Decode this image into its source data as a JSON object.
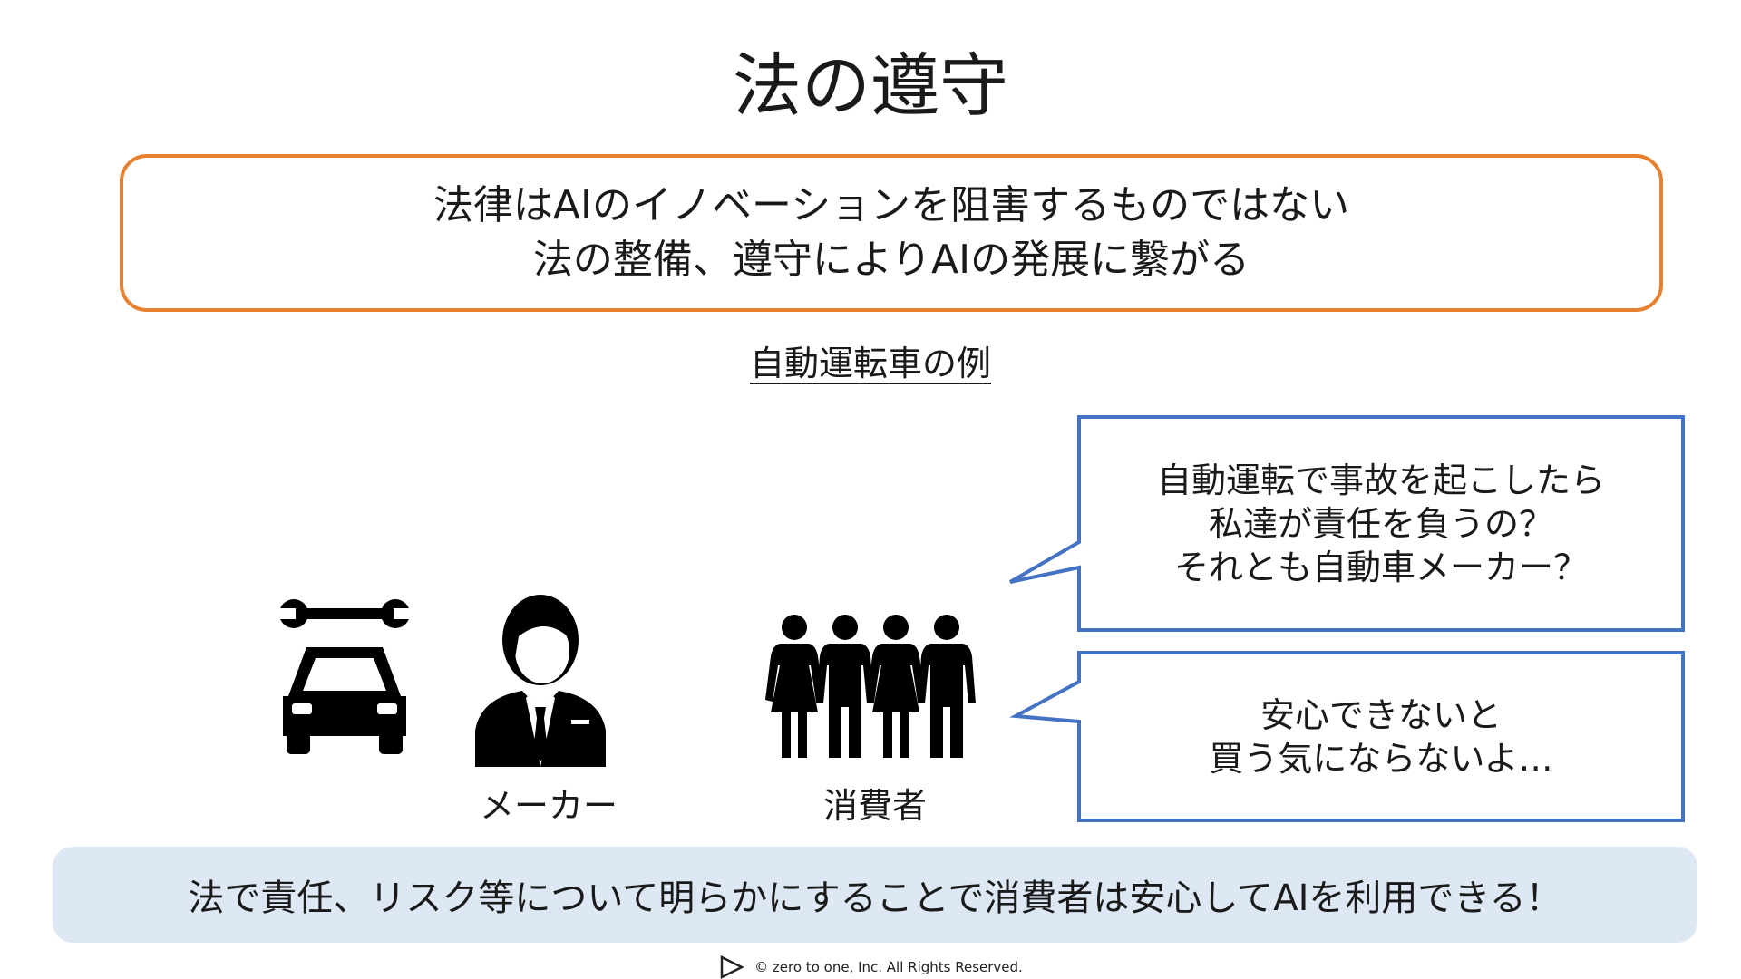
{
  "slide": {
    "title": "法の遵守",
    "message_lines": [
      "法律はAIのイノベーションを阻害するものではない",
      "法の整備、遵守によりAIの発展に繋がる"
    ],
    "subtitle": "自動運転車の例",
    "manufacturer_label": "メーカー",
    "consumer_label": "消費者",
    "bubble1_lines": [
      "自動運転で事故を起こしたら",
      "私達が責任を負うの？",
      "それとも自動車メーカー？"
    ],
    "bubble2_lines": [
      "安心できないと",
      "買う気にならないよ…"
    ],
    "conclusion": "法で責任、リスク等について明らかにすることで消費者は安心してAIを利用できる！",
    "copyright": "©  zero to one, Inc. All Rights Reserved."
  },
  "colors": {
    "accent_orange": "#e8812f",
    "bubble_blue": "#4472c4",
    "conclusion_bg": "#dde8f4"
  },
  "icons": [
    "car-wrench-icon",
    "businessman-icon",
    "people-group-icon",
    "play-logo-icon"
  ]
}
